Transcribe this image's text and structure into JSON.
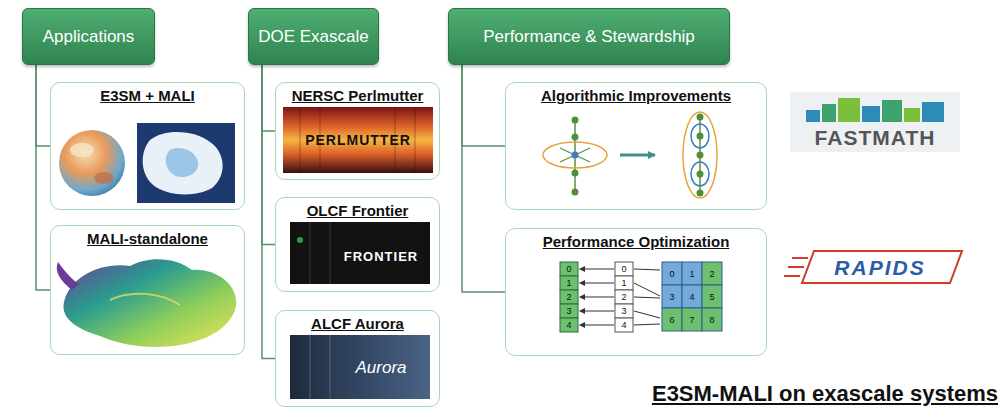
{
  "diagram": {
    "caption": "E3SM-MALI on exascale systems",
    "nodes": [
      {
        "text": [
          "Applications"
        ]
      },
      {
        "text": [
          "E3SM + MALI"
        ]
      },
      {
        "text": [
          "MALI-standalone"
        ]
      },
      {
        "text": [
          "DOE Exascale"
        ]
      },
      {
        "text": [
          "NERSC Perlmutter"
        ]
      },
      {
        "text": [
          "OLCF Frontier"
        ]
      },
      {
        "text": [
          "ALCF Aurora"
        ]
      },
      {
        "text": [
          "Performance & Stewardship"
        ]
      },
      {
        "text": [
          "Algorithmic Improvements"
        ]
      },
      {
        "text": [
          "Performance Optimization"
        ]
      }
    ],
    "edges": [
      {
        "from": 0,
        "to": 1,
        "arrow": "none"
      },
      {
        "from": 0,
        "to": 2,
        "arrow": "none"
      },
      {
        "from": 3,
        "to": 4,
        "arrow": "none"
      },
      {
        "from": 3,
        "to": 5,
        "arrow": "none"
      },
      {
        "from": 3,
        "to": 6,
        "arrow": "none"
      },
      {
        "from": 7,
        "to": 8,
        "arrow": "none"
      },
      {
        "from": 7,
        "to": 9,
        "arrow": "none"
      }
    ],
    "labels": [
      "PERLMUTTER",
      "FRONTIER",
      "Aurora",
      "FASTMATH",
      "RAPIDS",
      "0",
      "1",
      "2",
      "3",
      "4",
      "0",
      "1",
      "2",
      "3",
      "4",
      "0",
      "1",
      "2",
      "3",
      "4",
      "5",
      "6",
      "7",
      "8"
    ]
  }
}
